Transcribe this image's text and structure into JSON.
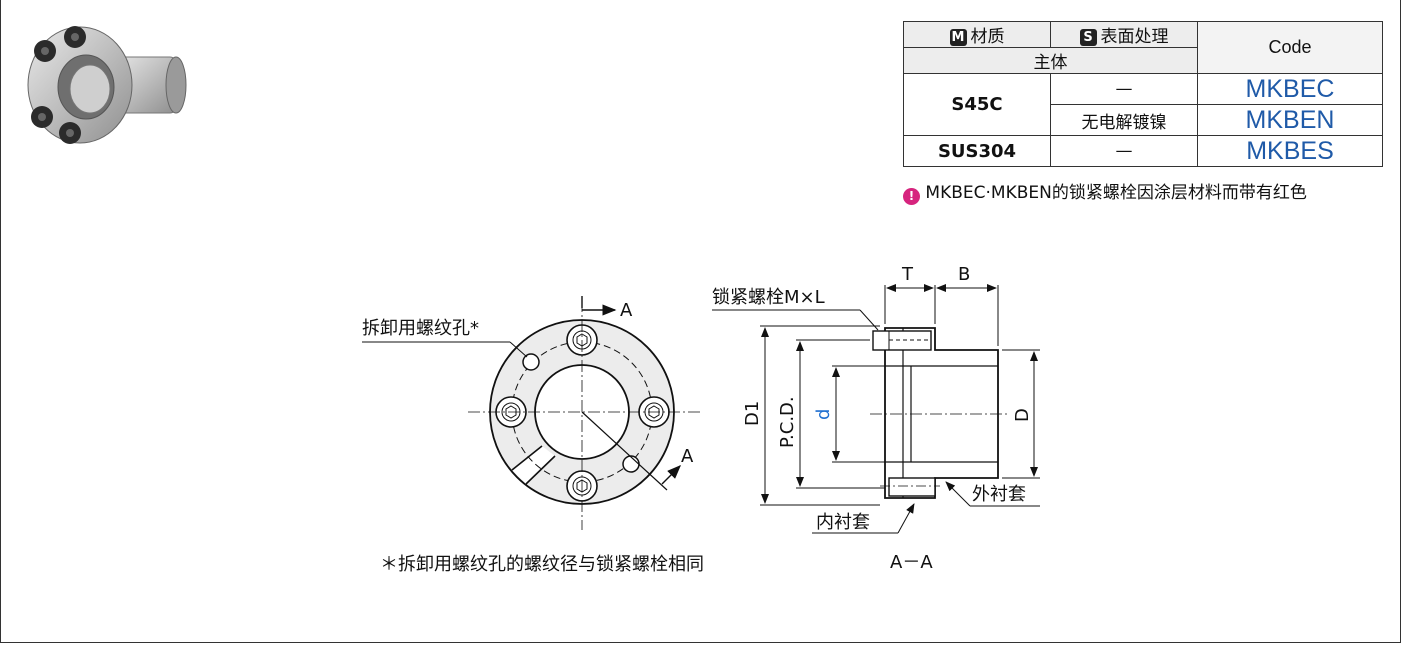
{
  "table": {
    "header_material": "材质",
    "header_material_badge": "M",
    "header_surface": "表面处理",
    "header_surface_badge": "S",
    "header_body": "主体",
    "header_code": "Code",
    "rows": [
      {
        "material": "S45C",
        "surface": "—",
        "code": "MKBEC"
      },
      {
        "material": "",
        "surface": "无电解镀镍",
        "code": "MKBEN"
      },
      {
        "material": "SUS304",
        "surface": "—",
        "code": "MKBES"
      }
    ]
  },
  "note": {
    "icon": "!",
    "text": "MKBEC·MKBEN的锁紧螺栓因涂层材料而带有红色"
  },
  "drawing": {
    "front_view": {
      "removal_hole_label": "拆卸用螺纹孔*",
      "section_label_top": "A",
      "section_label_bottom": "A"
    },
    "section_view": {
      "dim_T": "T",
      "dim_B": "B",
      "lock_bolt_label": "锁紧螺栓M×L",
      "dim_D1": "D1",
      "dim_pcd": "P.C.D.",
      "dim_d": "d",
      "dim_D": "D",
      "outer_sleeve": "外衬套",
      "inner_sleeve": "内衬套",
      "section_title": "A－A"
    },
    "footnote": "＊拆卸用螺纹孔的螺纹径与锁紧螺栓相同"
  },
  "colors": {
    "code_blue": "#1f5aa8",
    "d_blue": "#1f6fd0",
    "note_icon": "#d6247e"
  }
}
